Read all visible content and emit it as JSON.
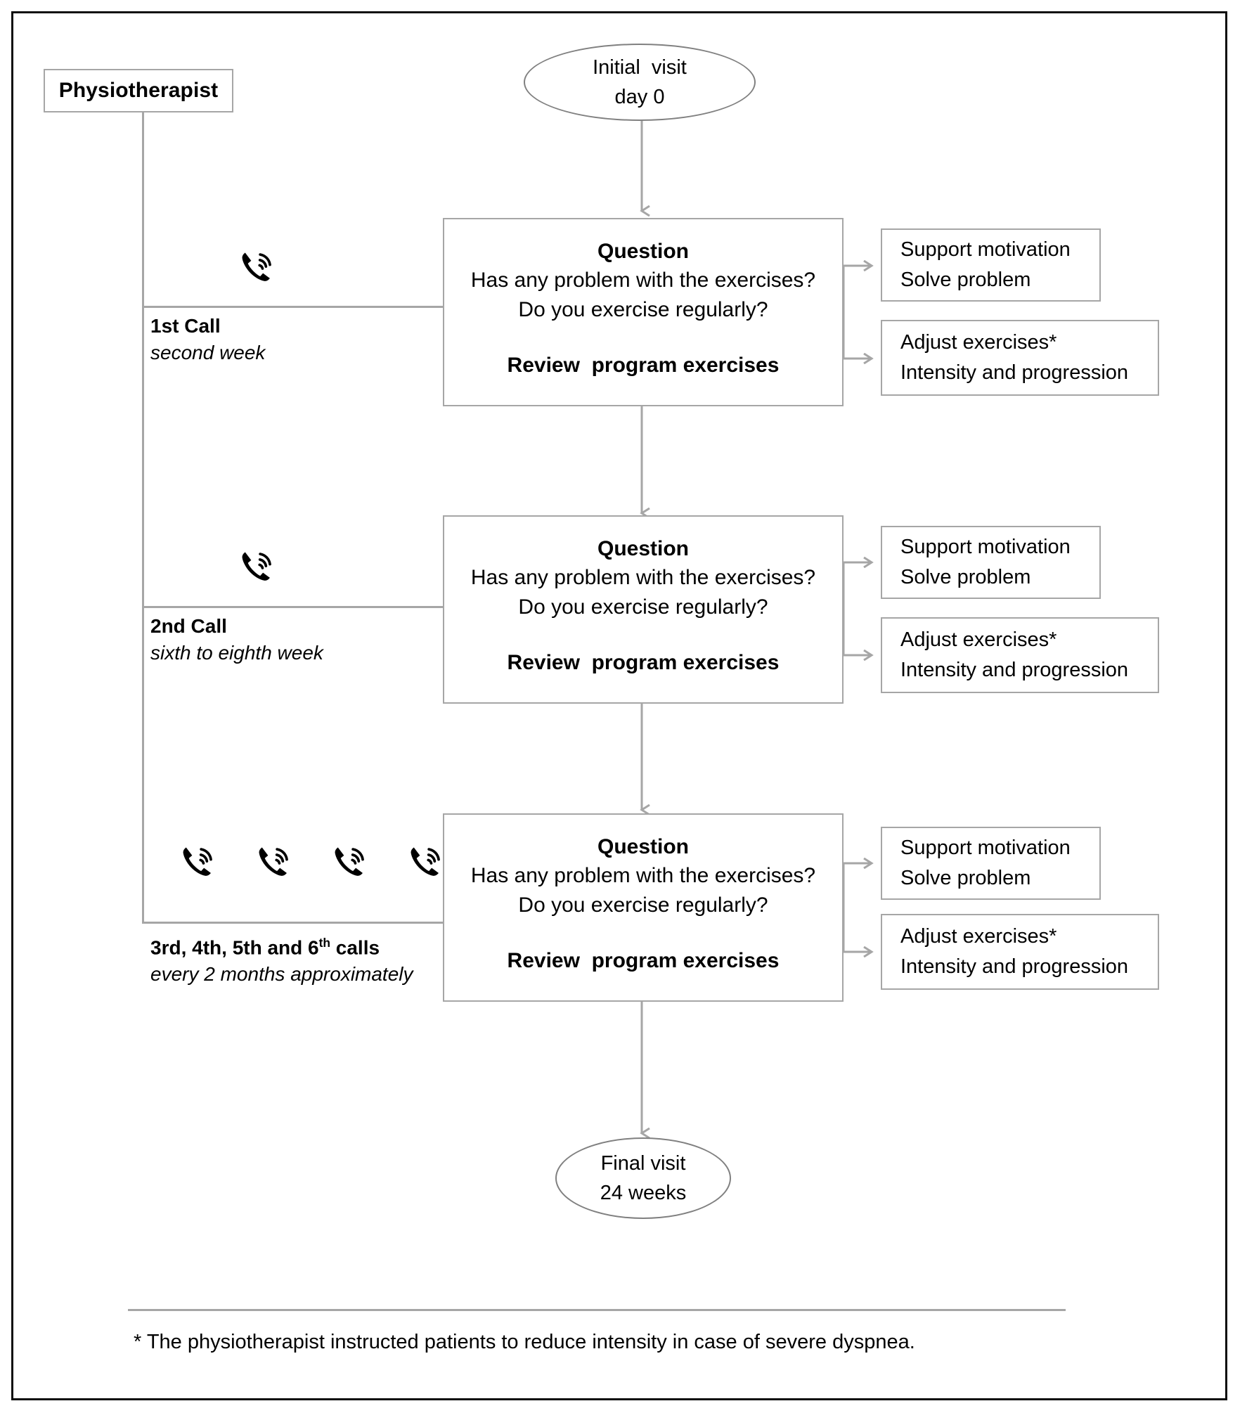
{
  "figure": {
    "title_role_box": "Physiotherapist",
    "start_node": {
      "line1": "Initial  visit",
      "line2": "day 0"
    },
    "end_node": {
      "line1": "Final visit",
      "line2": "24 weeks"
    },
    "footnote": "* The physiotherapist  instructed patients to reduce intensity in case of severe dyspnea.",
    "colors": {
      "frame": "#0d0d0d",
      "box_border": "#a6a6a6",
      "ellipse_border": "#808080",
      "connector": "#a6a6a6",
      "text": "#000000",
      "background": "#ffffff"
    },
    "icons": {
      "phone": "phone-call-icon"
    },
    "question_block": {
      "heading": "Question",
      "q1": "Has any problem with the exercises?",
      "q2": "Do you exercise regularly?",
      "review": "Review  program exercises"
    },
    "outcome_support": {
      "line1": "Support motivation",
      "line2": "Solve problem"
    },
    "outcome_adjust": {
      "line1": "Adjust exercises*",
      "line2": "Intensity and progression"
    },
    "calls": [
      {
        "name": "1st Call",
        "when": "second week",
        "phone_count": 1
      },
      {
        "name": "2nd Call",
        "when": "sixth to eighth week",
        "phone_count": 1
      },
      {
        "name": "3rd, 4th, 5th and 6",
        "name_sup": "th",
        "name_tail": " calls",
        "when": "every 2 months approximately",
        "phone_count": 4
      }
    ]
  }
}
